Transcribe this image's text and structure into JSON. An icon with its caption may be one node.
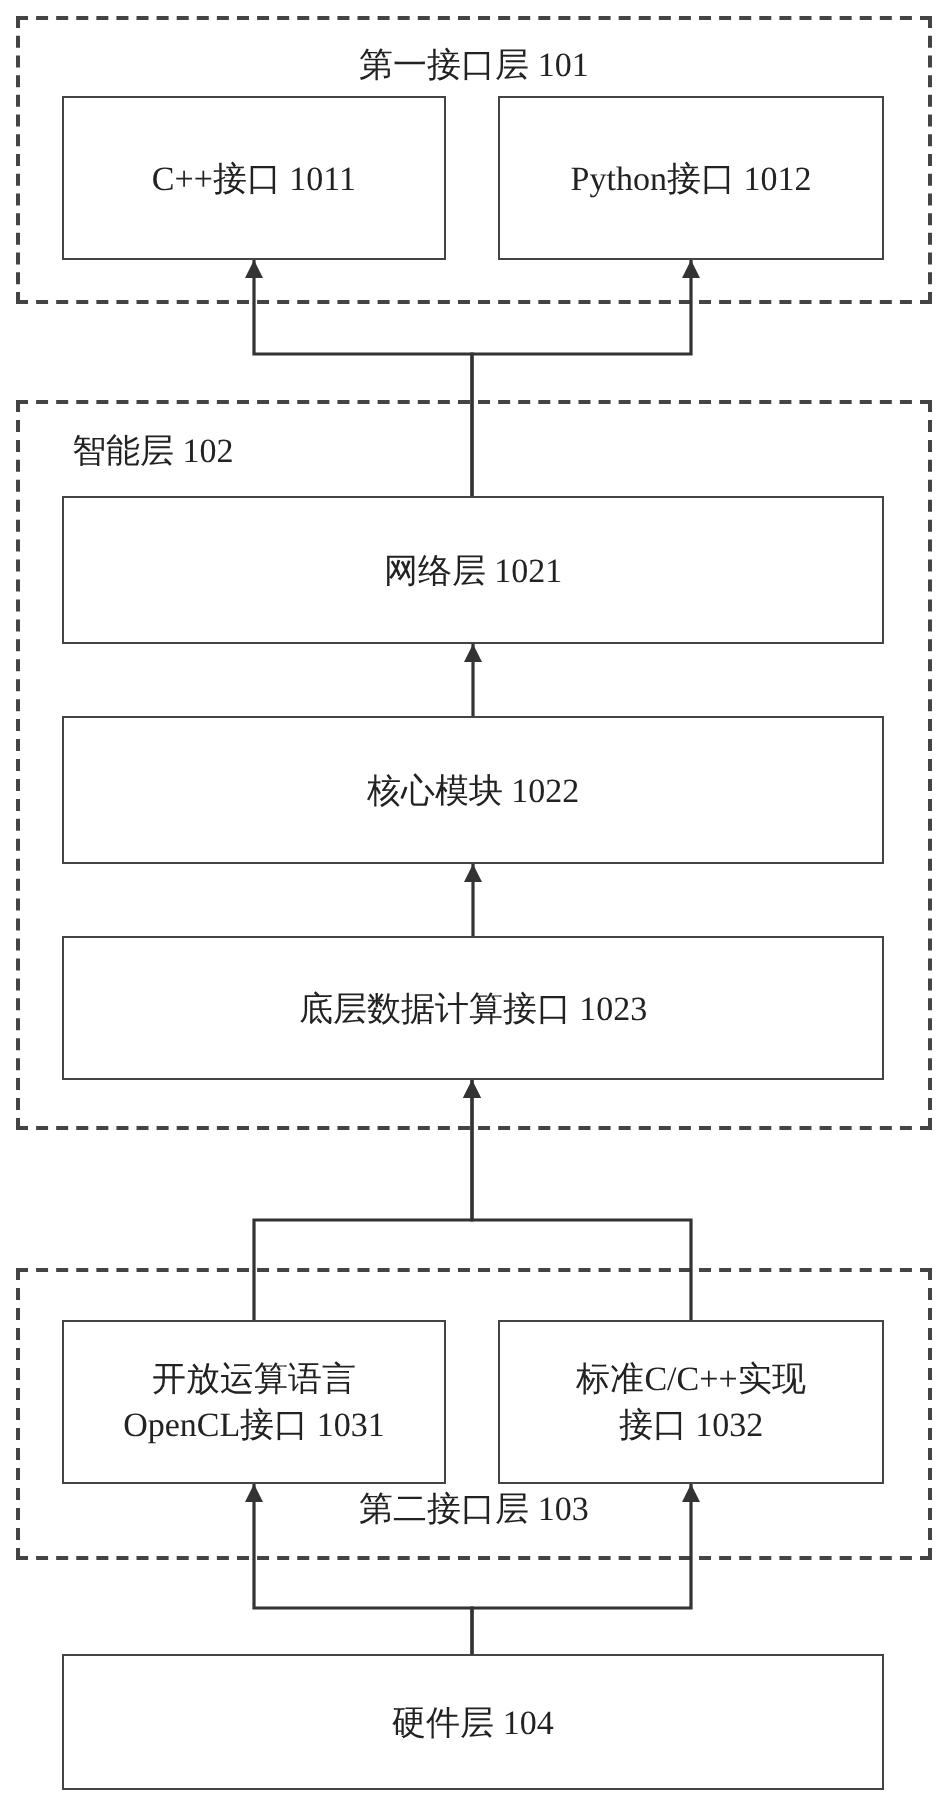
{
  "diagram": {
    "nodes": [
      {
        "text": [
          "第一接口层 101"
        ]
      },
      {
        "text": [
          "C++接口 1011"
        ],
        "in": 0
      },
      {
        "text": [
          "Python接口 1012"
        ],
        "in": 0
      },
      {
        "text": [
          "智能层 102"
        ]
      },
      {
        "text": [
          "网络层 1021"
        ],
        "in": 3
      },
      {
        "text": [
          "核心模块 1022"
        ],
        "in": 3
      },
      {
        "text": [
          "底层数据计算接口 1023"
        ],
        "in": 3
      },
      {
        "text": [
          "第二接口层 103"
        ]
      },
      {
        "text": [
          "开放运算语言 OpenCL接口 1031"
        ],
        "in": 7
      },
      {
        "text": [
          "标准C/C++实现接口 1032"
        ],
        "in": 7
      },
      {
        "text": [
          "硬件层 104"
        ]
      }
    ],
    "edges": [
      {
        "from": 4,
        "to": 1,
        "arrow": "to"
      },
      {
        "from": 4,
        "to": 2,
        "arrow": "to"
      },
      {
        "from": 5,
        "to": 4,
        "arrow": "to"
      },
      {
        "from": 6,
        "to": 5,
        "arrow": "to"
      },
      {
        "from": 8,
        "to": 6,
        "arrow": "to"
      },
      {
        "from": 9,
        "to": 6,
        "arrow": "to"
      },
      {
        "from": 10,
        "to": 8,
        "arrow": "to"
      },
      {
        "from": 10,
        "to": 9,
        "arrow": "to"
      }
    ]
  }
}
